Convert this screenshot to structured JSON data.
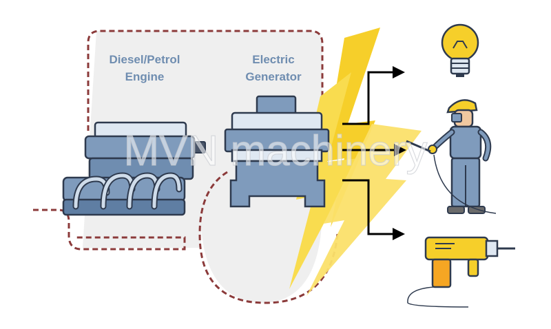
{
  "labels": {
    "engine_line1": "Diesel/Petrol",
    "engine_line2": "Engine",
    "generator_line1": "Electric",
    "generator_line2": "Generator"
  },
  "watermark": "MVN machinery",
  "icons": {
    "engine": "engine-icon",
    "generator": "generator-icon",
    "lightning": "lightning-icon",
    "bulb": "light-bulb-icon",
    "worker": "welder-worker-icon",
    "drill": "power-drill-icon"
  },
  "colors": {
    "dashed_path": "#8b3a3a",
    "panel": "#efefef",
    "machine": "#7f9bbc",
    "machine_light": "#dfe8f2",
    "outline": "#2e3a4e",
    "bolt": "#f6cf2a",
    "arrow": "#000000"
  }
}
